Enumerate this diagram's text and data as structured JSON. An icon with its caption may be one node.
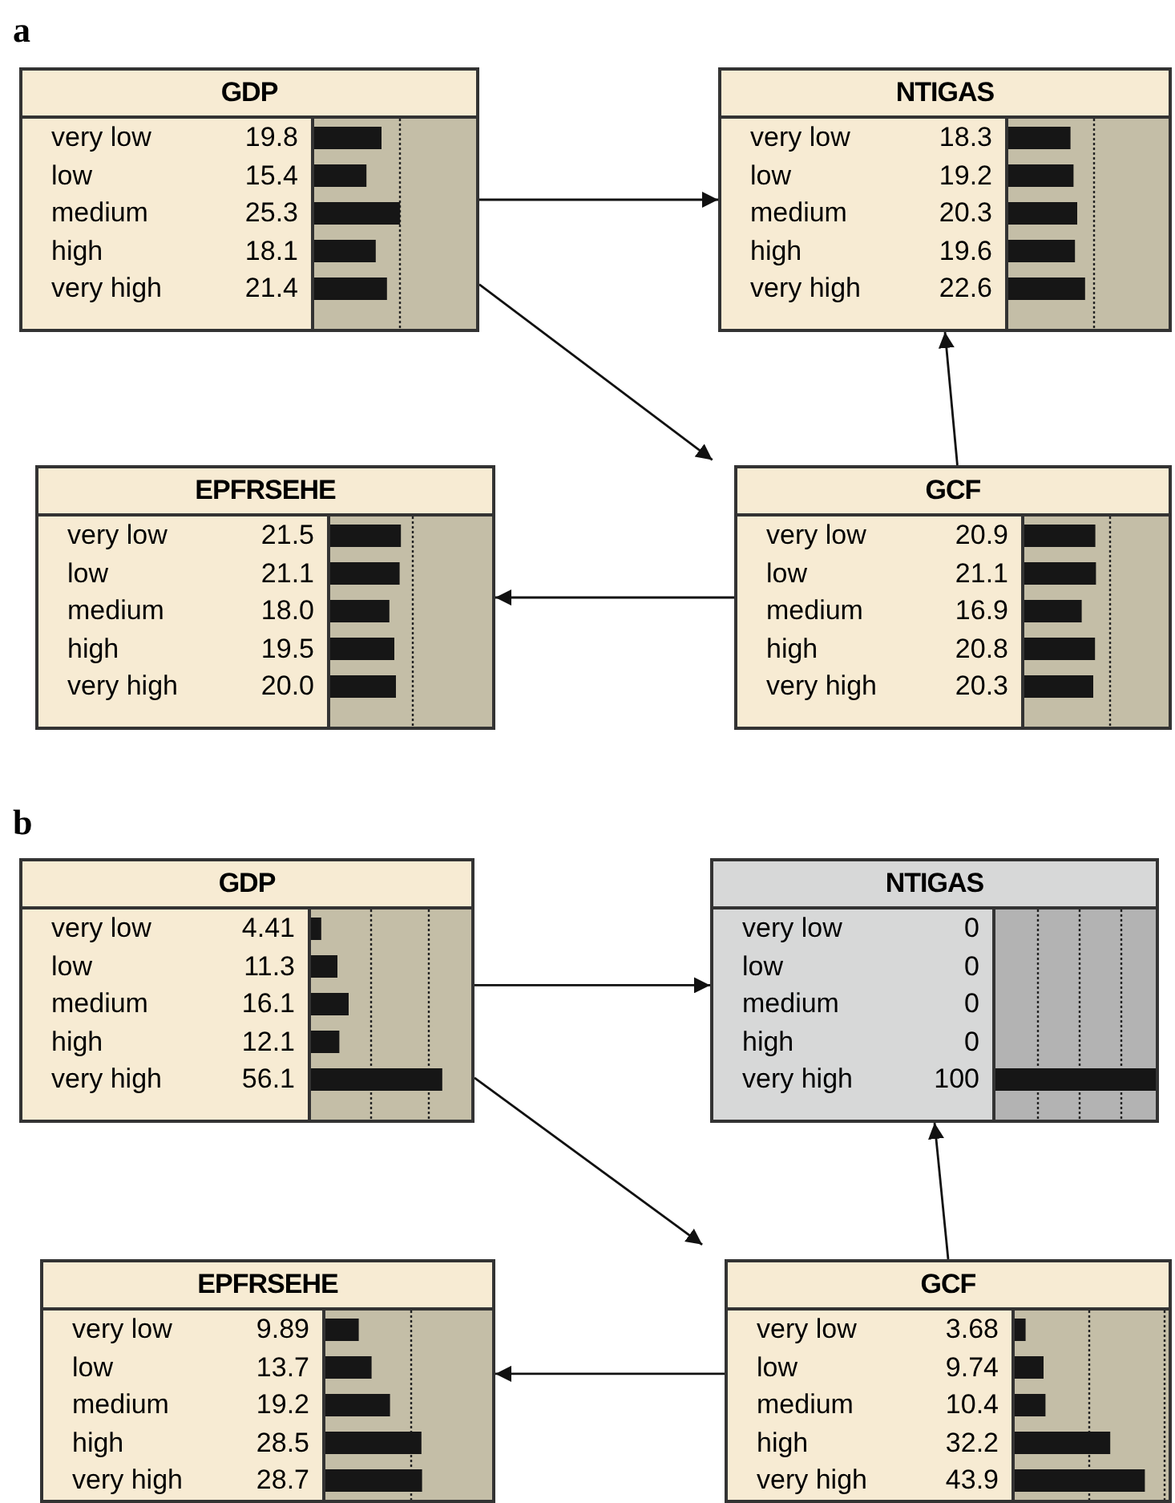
{
  "diagram": {
    "nodes": [
      {
        "text": [
          "GDP",
          "very low",
          "19.8",
          "low",
          "15.4",
          "medium",
          "25.3",
          "high",
          "18.1",
          "very high",
          "21.4"
        ]
      },
      {
        "text": [
          "NTIGAS",
          "very low",
          "18.3",
          "low",
          "19.2",
          "medium",
          "20.3",
          "high",
          "19.6",
          "very high",
          "22.6"
        ]
      },
      {
        "text": [
          "EPFRSEHE",
          "very low",
          "21.5",
          "low",
          "21.1",
          "medium",
          "18.0",
          "high",
          "19.5",
          "very high",
          "20.0"
        ]
      },
      {
        "text": [
          "GCF",
          "very low",
          "20.9",
          "low",
          "21.1",
          "medium",
          "16.9",
          "high",
          "20.8",
          "very high",
          "20.3"
        ]
      },
      {
        "text": [
          "GDP",
          "very low",
          "4.41",
          "low",
          "11.3",
          "medium",
          "16.1",
          "high",
          "12.1",
          "very high",
          "56.1"
        ]
      },
      {
        "text": [
          "NTIGAS",
          "very low",
          "0",
          "low",
          "0",
          "medium",
          "0",
          "high",
          "0",
          "very high",
          "100"
        ]
      },
      {
        "text": [
          "EPFRSEHE",
          "very low",
          "9.89",
          "low",
          "13.7",
          "medium",
          "19.2",
          "high",
          "28.5",
          "very high",
          "28.7"
        ]
      },
      {
        "text": [
          "GCF",
          "very low",
          "3.68",
          "low",
          "9.74",
          "medium",
          "10.4",
          "high",
          "32.2",
          "very high",
          "43.9"
        ]
      }
    ],
    "edges": [
      {
        "from": 0,
        "to": 1,
        "arrow": "to"
      },
      {
        "from": 0,
        "to": 3,
        "arrow": "to"
      },
      {
        "from": 3,
        "to": 1,
        "arrow": "to"
      },
      {
        "from": 3,
        "to": 2,
        "arrow": "to"
      },
      {
        "from": 4,
        "to": 5,
        "arrow": "to"
      },
      {
        "from": 4,
        "to": 7,
        "arrow": "to"
      },
      {
        "from": 7,
        "to": 5,
        "arrow": "to"
      },
      {
        "from": 7,
        "to": 6,
        "arrow": "to"
      }
    ],
    "labels": [
      "a",
      "b"
    ]
  }
}
